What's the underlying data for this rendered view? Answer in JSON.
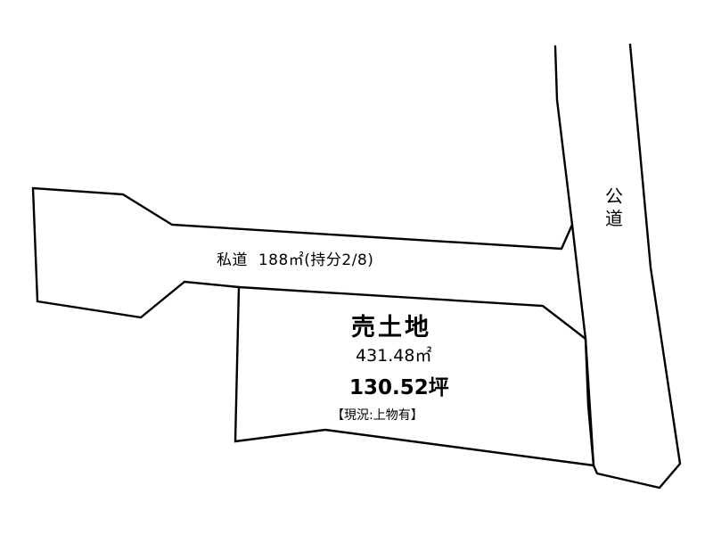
{
  "private_road": {
    "label": "私道",
    "area": "188㎡",
    "share": "(持分2/8)"
  },
  "public_road": {
    "label": "公道"
  },
  "lot": {
    "title": "売土地",
    "area_sqm": "431.48㎡",
    "area_tsubo": "130.52坪",
    "status": "【現況:上物有】"
  }
}
